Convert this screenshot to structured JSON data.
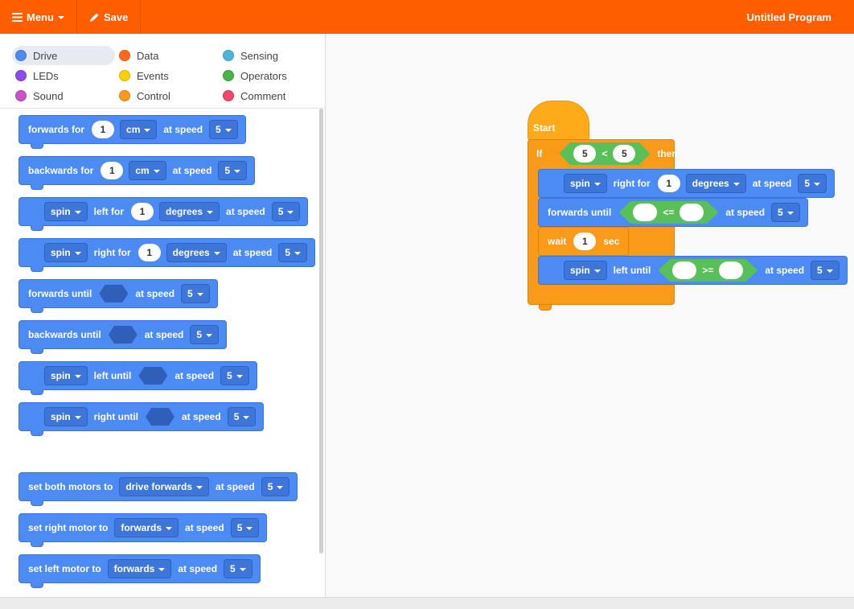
{
  "topbar": {
    "menu_label": "Menu",
    "save_label": "Save",
    "program_title": "Untitled Program"
  },
  "categories": [
    {
      "label": "Drive",
      "color": "#4c8af4"
    },
    {
      "label": "LEDs",
      "color": "#8a4bf0"
    },
    {
      "label": "Sound",
      "color": "#cb52c6"
    },
    {
      "label": "Data",
      "color": "#ff6a1a"
    },
    {
      "label": "Events",
      "color": "#ffd000"
    },
    {
      "label": "Control",
      "color": "#f99a18"
    },
    {
      "label": "Sensing",
      "color": "#4ab6e0"
    },
    {
      "label": "Operators",
      "color": "#4ab349"
    },
    {
      "label": "Comment",
      "color": "#f4476b"
    }
  ],
  "palette": {
    "forwards_for": {
      "text": "forwards for",
      "num": "1",
      "unit": "cm",
      "at_speed": "at speed",
      "speed": "5"
    },
    "backwards_for": {
      "text": "backwards for",
      "num": "1",
      "unit": "cm",
      "at_speed": "at speed",
      "speed": "5"
    },
    "spin_left_for": {
      "spin": "spin",
      "text": "left for",
      "num": "1",
      "unit": "degrees",
      "at_speed": "at speed",
      "speed": "5"
    },
    "spin_right_for": {
      "spin": "spin",
      "text": "right for",
      "num": "1",
      "unit": "degrees",
      "at_speed": "at speed",
      "speed": "5"
    },
    "forwards_until": {
      "text": "forwards until",
      "at_speed": "at speed",
      "speed": "5"
    },
    "backwards_until": {
      "text": "backwards until",
      "at_speed": "at speed",
      "speed": "5"
    },
    "spin_left_until": {
      "spin": "spin",
      "text": "left until",
      "at_speed": "at speed",
      "speed": "5"
    },
    "spin_right_until": {
      "spin": "spin",
      "text": "right until",
      "at_speed": "at speed",
      "speed": "5"
    },
    "set_both": {
      "text": "set both motors to",
      "dir": "drive forwards",
      "at_speed": "at speed",
      "speed": "5"
    },
    "set_right": {
      "text": "set right motor to",
      "dir": "forwards",
      "at_speed": "at speed",
      "speed": "5"
    },
    "set_left": {
      "text": "set left motor to",
      "dir": "forwards",
      "at_speed": "at speed",
      "speed": "5"
    }
  },
  "script": {
    "start": "Start",
    "if_label": "If",
    "then_label": "then",
    "cond_a": "5",
    "cond_op": "<",
    "cond_b": "5",
    "b1": {
      "spin": "spin",
      "text": "right for",
      "num": "1",
      "unit": "degrees",
      "at_speed": "at speed",
      "speed": "5"
    },
    "b2": {
      "text": "forwards until",
      "op": "<=",
      "at_speed": "at speed",
      "speed": "5"
    },
    "b3": {
      "text": "wait",
      "num": "1",
      "unit": "sec"
    },
    "b4": {
      "spin": "spin",
      "text": "left until",
      "op": ">=",
      "at_speed": "at speed",
      "speed": "5"
    }
  }
}
